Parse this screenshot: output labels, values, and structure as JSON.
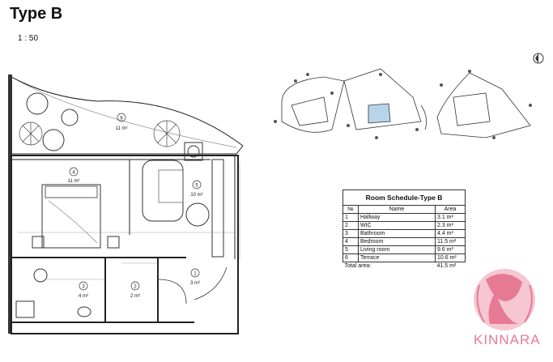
{
  "header": {
    "title": "Type B",
    "scale": "1 : 50"
  },
  "plan_labels": {
    "rooms": [
      {
        "num": "6",
        "area": "11 m²"
      },
      {
        "num": "4",
        "area": "11 m²"
      },
      {
        "num": "5",
        "area": "10 m²"
      },
      {
        "num": "1",
        "area": "3 m²"
      },
      {
        "num": "2",
        "area": "2 m²"
      },
      {
        "num": "3",
        "area": "4 m²"
      }
    ]
  },
  "schedule": {
    "title": "Room Schedule-Type B",
    "headers": [
      "№",
      "Name",
      "Area"
    ],
    "rows": [
      [
        "1",
        "Hallway",
        "3.1 m²"
      ],
      [
        "2",
        "WIC",
        "2.3 m²"
      ],
      [
        "3",
        "Bathroom",
        "4.4 m²"
      ],
      [
        "4",
        "Bedroom",
        "11.5 m²"
      ],
      [
        "5",
        "Living room",
        "9.6 m²"
      ],
      [
        "6",
        "Terrace",
        "10.6 m²"
      ]
    ],
    "total_label": "Total area:",
    "total_value": "41.5 m²"
  },
  "brand": {
    "name": "KINNARA",
    "color": "#e67a94"
  }
}
